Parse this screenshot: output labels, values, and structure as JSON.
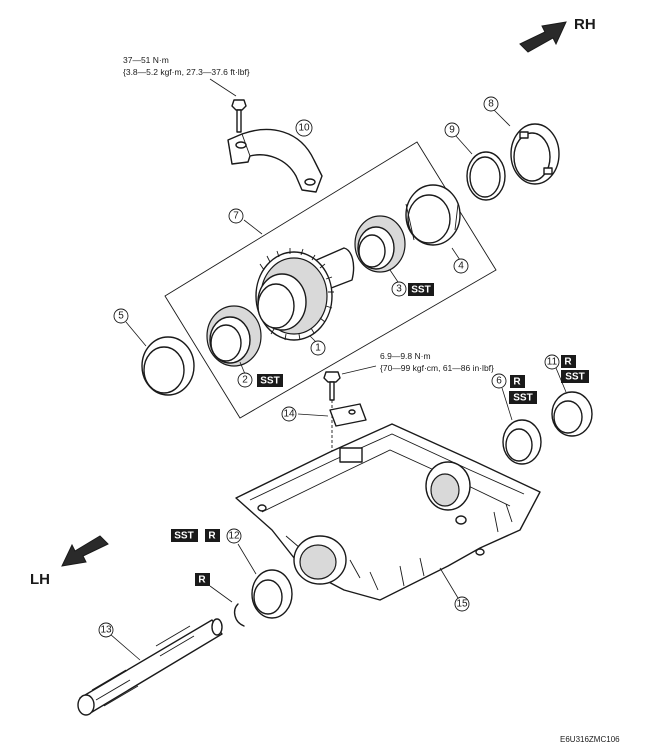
{
  "directions": {
    "right": "RH",
    "left": "LH"
  },
  "torque_bolt_top": {
    "line1": "37—51 N·m",
    "line2": "{3.8—5.2 kgf·m, 27.3—37.6 ft·lbf}"
  },
  "torque_bolt_mid": {
    "line1": "6.9—9.8 N·m",
    "line2": "{70—99 kgf·cm, 61—86 in·lbf}"
  },
  "callouts": [
    "1",
    "2",
    "3",
    "4",
    "5",
    "6",
    "7",
    "8",
    "9",
    "10",
    "11",
    "12",
    "13",
    "14",
    "15"
  ],
  "tags": {
    "sst": "SST",
    "replace": "R"
  },
  "figure_code": "E6U316ZMC106"
}
